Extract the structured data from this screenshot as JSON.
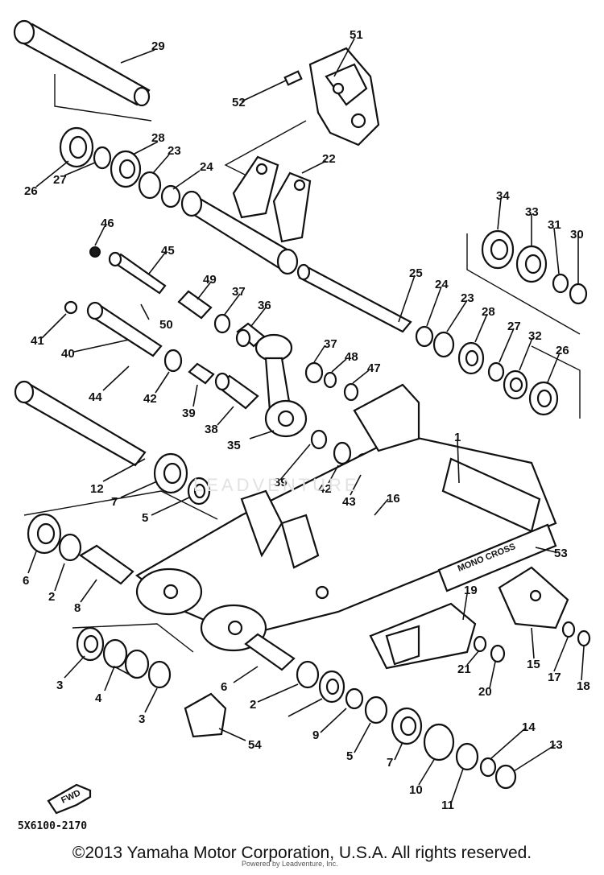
{
  "diagram": {
    "part_code": "5X6100-2170",
    "fwd_label": "FWD",
    "monocross_label": "MONO CROSS",
    "watermark": "LEADVENTURE",
    "credit_small": "Powered by Leadventure, Inc.",
    "callouts": [
      "29",
      "51",
      "52",
      "26",
      "27",
      "28",
      "23",
      "24",
      "22",
      "46",
      "45",
      "34",
      "33",
      "31",
      "30",
      "49",
      "37",
      "36",
      "25",
      "24",
      "23",
      "41",
      "40",
      "50",
      "44",
      "42",
      "39",
      "38",
      "37",
      "48",
      "47",
      "28",
      "27",
      "32",
      "26",
      "35",
      "12",
      "7",
      "5",
      "39",
      "42",
      "43",
      "16",
      "1",
      "6",
      "2",
      "8",
      "53",
      "19",
      "3",
      "4",
      "3",
      "6",
      "2",
      "9",
      "5",
      "7",
      "10",
      "11",
      "14",
      "13",
      "21",
      "20",
      "15",
      "17",
      "18",
      "54"
    ]
  },
  "footer": {
    "copyright": "©2013 Yamaha Motor Corporation, U.S.A. All rights reserved."
  }
}
